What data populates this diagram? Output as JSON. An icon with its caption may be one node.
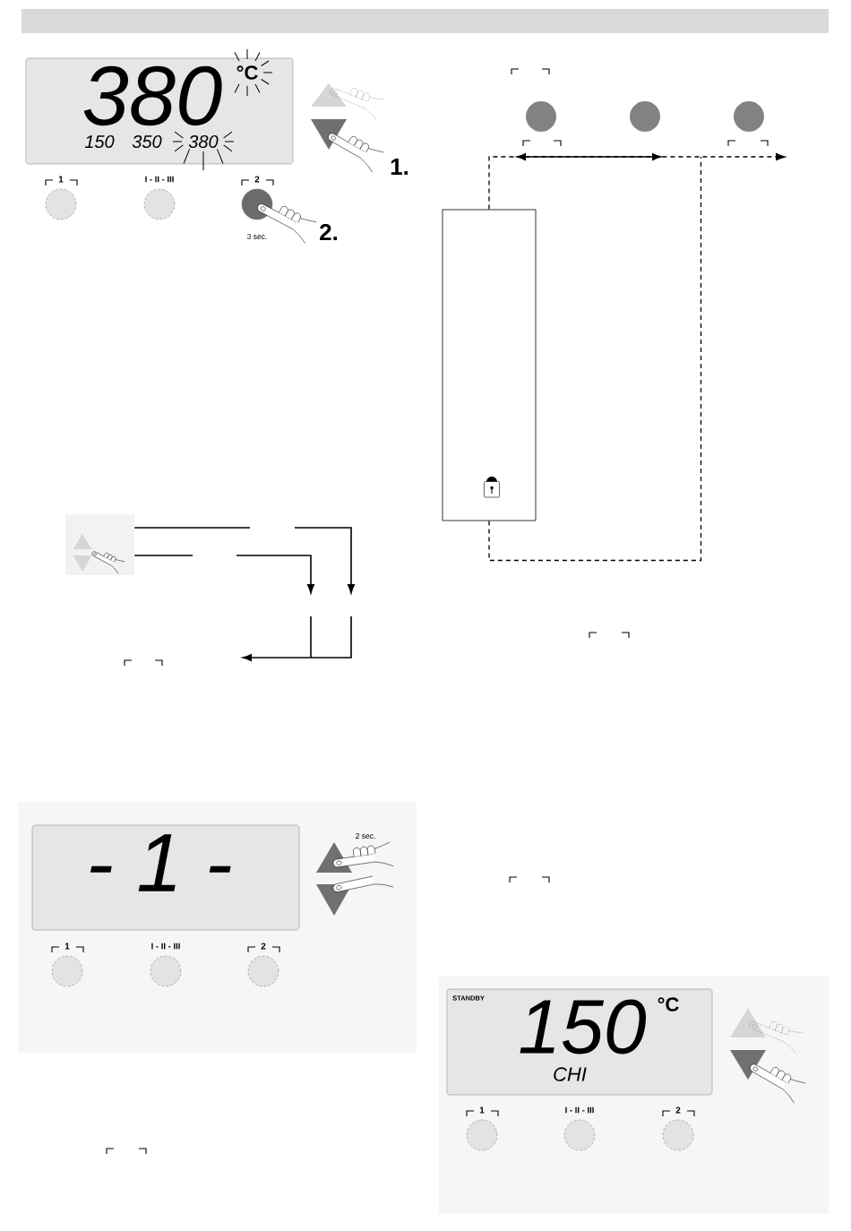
{
  "diagram": {
    "nodes": [
      {
        "text": [
          "380",
          "°C",
          "150",
          "350",
          "380"
        ]
      },
      {
        "text": [
          "1"
        ]
      },
      {
        "text": [
          "I - II - III"
        ]
      },
      {
        "text": [
          "2"
        ],
        "beside": [
          "3 sec."
        ]
      },
      {
        "text": [],
        "shape": "picture"
      },
      {
        "text": [
          "- 1 -"
        ]
      },
      {
        "text": [
          "1"
        ]
      },
      {
        "text": [
          "I - II - III"
        ]
      },
      {
        "text": [
          "2"
        ]
      },
      {
        "text": [],
        "shape": "circle"
      },
      {
        "text": [],
        "shape": "circle"
      },
      {
        "text": [],
        "shape": "circle"
      },
      {
        "text": [],
        "shape": "box"
      },
      {
        "text": [
          "STANDBY",
          "150",
          "°C",
          "CHI"
        ]
      },
      {
        "text": [
          "1"
        ]
      },
      {
        "text": [
          "I - II - III"
        ]
      },
      {
        "text": [
          "2"
        ]
      }
    ],
    "edges": [
      {
        "from": 4,
        "to": null,
        "arrow": "to"
      },
      {
        "from": 4,
        "to": null,
        "arrow": "to"
      },
      {
        "from": 12,
        "to": null,
        "arrow": "to",
        "style": "dashed"
      },
      {
        "from": 12,
        "to": null,
        "arrow": "none",
        "style": "dashed"
      }
    ],
    "labels": [
      "1.",
      "2.",
      "2 sec."
    ]
  }
}
